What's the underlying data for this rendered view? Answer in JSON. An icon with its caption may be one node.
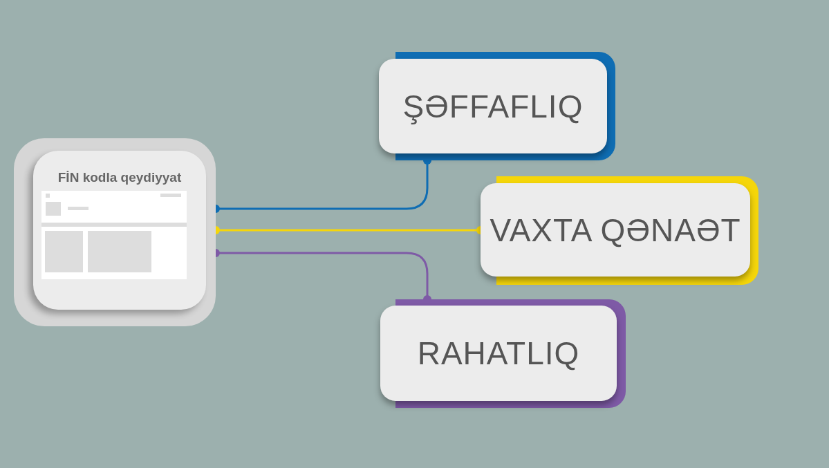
{
  "diagram": {
    "nodes": [
      {
        "text": [
          "FİN kodla qeydiyyat"
        ]
      },
      {
        "text": [
          "ŞƏFFAFLIQ"
        ]
      },
      {
        "text": [
          "VAXTA QƏNAƏT"
        ]
      },
      {
        "text": [
          "RAHATLIQ"
        ]
      }
    ],
    "edges": [
      {
        "from": 0,
        "to": 1,
        "arrow": "other",
        "color": "#0f6db3"
      },
      {
        "from": 0,
        "to": 2,
        "arrow": "other",
        "color": "#f5d60a"
      },
      {
        "from": 0,
        "to": 3,
        "arrow": "other",
        "color": "#7e5aa6"
      }
    ]
  }
}
